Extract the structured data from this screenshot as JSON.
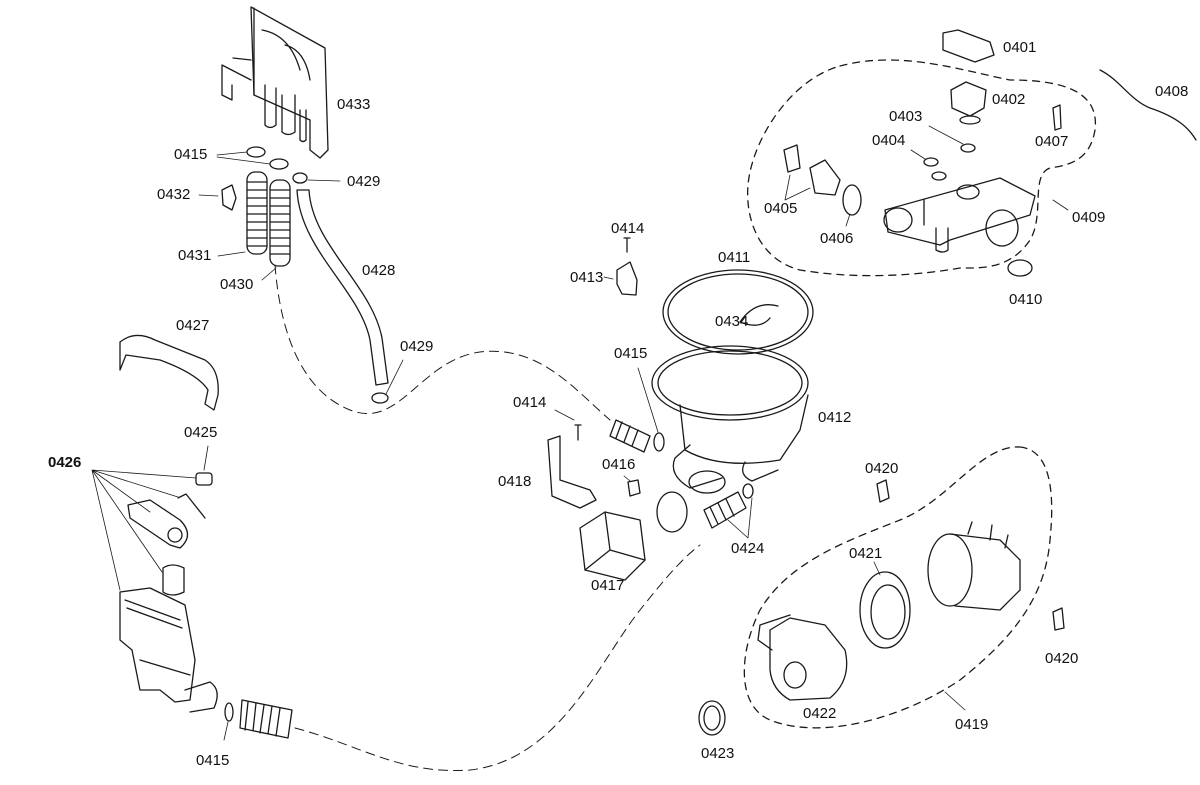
{
  "diagram": {
    "title": "Dishwasher sump / pump assembly exploded parts view",
    "line_color": "#1a1a1a",
    "background": "#ffffff"
  },
  "labels": [
    {
      "id": "l0401",
      "text": "0401"
    },
    {
      "id": "l0402",
      "text": "0402"
    },
    {
      "id": "l0403",
      "text": "0403"
    },
    {
      "id": "l0404",
      "text": "0404"
    },
    {
      "id": "l0405",
      "text": "0405"
    },
    {
      "id": "l0406",
      "text": "0406"
    },
    {
      "id": "l0407",
      "text": "0407"
    },
    {
      "id": "l0408",
      "text": "0408"
    },
    {
      "id": "l0409",
      "text": "0409"
    },
    {
      "id": "l0410",
      "text": "0410"
    },
    {
      "id": "l0411",
      "text": "0411"
    },
    {
      "id": "l0412",
      "text": "0412"
    },
    {
      "id": "l0413",
      "text": "0413"
    },
    {
      "id": "l0414a",
      "text": "0414"
    },
    {
      "id": "l0414b",
      "text": "0414"
    },
    {
      "id": "l0415a",
      "text": "0415"
    },
    {
      "id": "l0415b",
      "text": "0415"
    },
    {
      "id": "l0415c",
      "text": "0415"
    },
    {
      "id": "l0416",
      "text": "0416"
    },
    {
      "id": "l0417",
      "text": "0417"
    },
    {
      "id": "l0418",
      "text": "0418"
    },
    {
      "id": "l0419",
      "text": "0419"
    },
    {
      "id": "l0420a",
      "text": "0420"
    },
    {
      "id": "l0420b",
      "text": "0420"
    },
    {
      "id": "l0421",
      "text": "0421"
    },
    {
      "id": "l0422",
      "text": "0422"
    },
    {
      "id": "l0423",
      "text": "0423"
    },
    {
      "id": "l0424",
      "text": "0424"
    },
    {
      "id": "l0425",
      "text": "0425"
    },
    {
      "id": "l0426",
      "text": "0426"
    },
    {
      "id": "l0427",
      "text": "0427"
    },
    {
      "id": "l0428",
      "text": "0428"
    },
    {
      "id": "l0429a",
      "text": "0429"
    },
    {
      "id": "l0429b",
      "text": "0429"
    },
    {
      "id": "l0430",
      "text": "0430"
    },
    {
      "id": "l0431",
      "text": "0431"
    },
    {
      "id": "l0432",
      "text": "0432"
    },
    {
      "id": "l0433",
      "text": "0433"
    },
    {
      "id": "l0434",
      "text": "0434"
    }
  ]
}
